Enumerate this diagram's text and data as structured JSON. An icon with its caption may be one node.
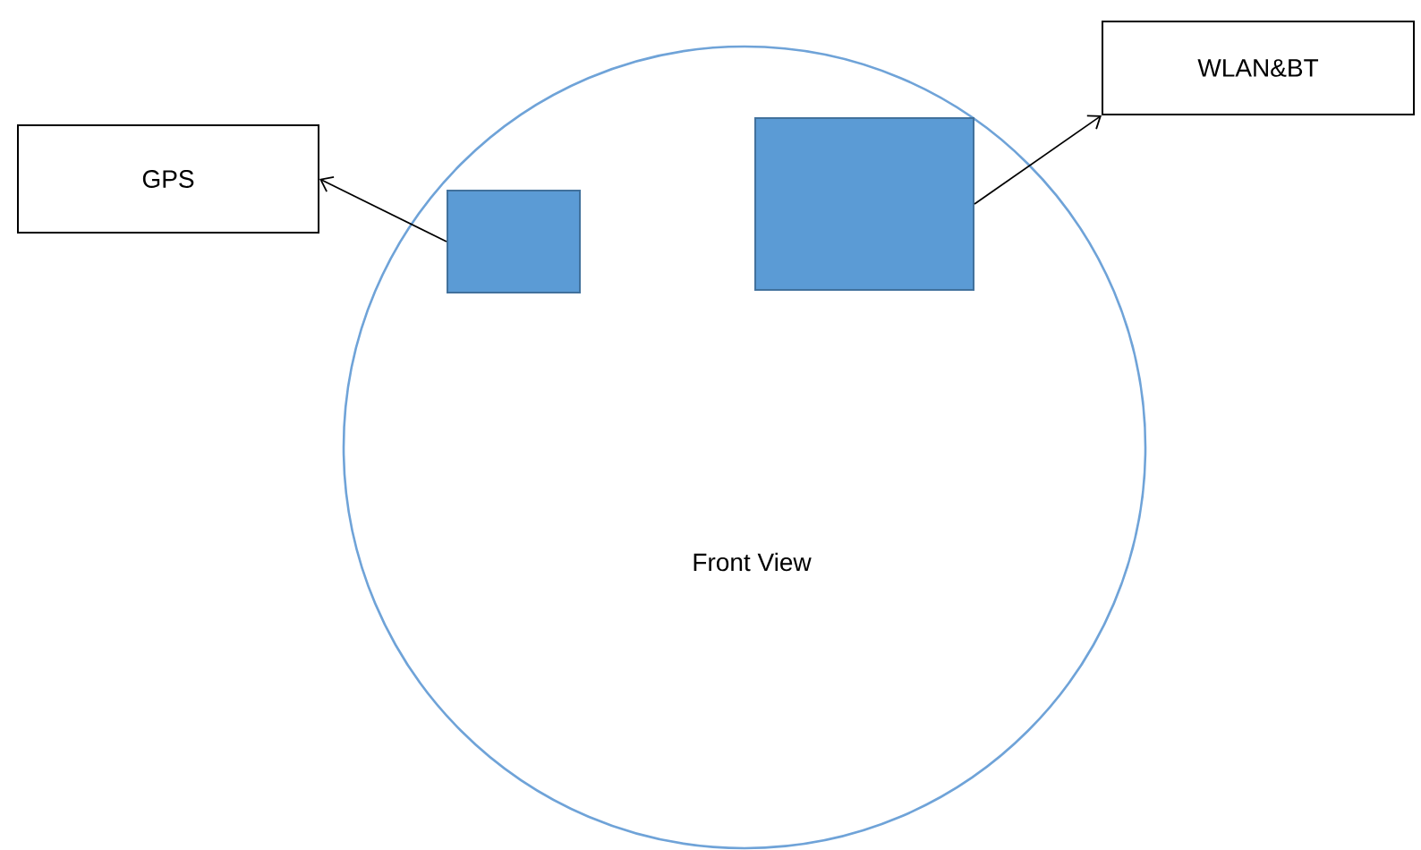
{
  "diagram": {
    "nodes": [
      {
        "text": [
          "Front View"
        ]
      },
      {
        "text": [
          "GPS"
        ]
      },
      {
        "text": [
          "WLAN&BT"
        ]
      },
      {
        "text": [],
        "shape": "box",
        "in": 0
      },
      {
        "text": [],
        "shape": "box",
        "in": 0
      }
    ],
    "edges": [
      {
        "from": 3,
        "to": 1,
        "arrow": "to"
      },
      {
        "from": 4,
        "to": 2,
        "arrow": "to"
      }
    ]
  }
}
